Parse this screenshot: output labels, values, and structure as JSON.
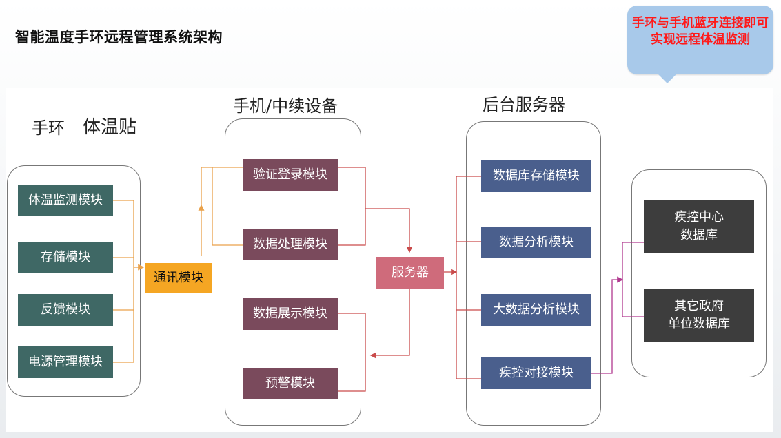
{
  "title": "智能温度手环远程管理系统架构",
  "callout": "手环与手机蓝牙连接即可实现远程体温监测",
  "headers": {
    "band": "手环",
    "patch": "体温贴",
    "phone": "手机/中续设备",
    "backend": "后台服务器"
  },
  "band_modules": [
    "体温监测模块",
    "存储模块",
    "反馈模块",
    "电源管理模块"
  ],
  "comm_module": "通讯模块",
  "phone_modules": [
    "验证登录模块",
    "数据处理模块",
    "数据展示模块",
    "预警模块"
  ],
  "server": "服务器",
  "backend_modules": [
    "数据库存储模块",
    "数据分析模块",
    "大数据分析模块",
    "疾控对接模块"
  ],
  "external": [
    "疾控中心\n数据库",
    "其它政府\n单位数据库"
  ],
  "colors": {
    "teal": "#3f6865",
    "orange": "#f5a623",
    "maroon": "#7a4a5c",
    "pink": "#cf6b7b",
    "navy": "#4a5f8d",
    "grey": "#3d3d3d",
    "callout_bg": "#a8c9ea",
    "callout_text": "#ff1a1a"
  }
}
